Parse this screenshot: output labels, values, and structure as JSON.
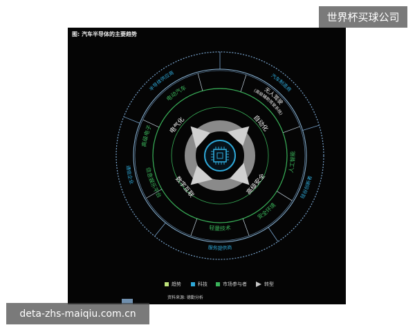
{
  "figure": {
    "title": "图: 汽车半导体的主要趋势",
    "source": "资料来源: 德勤分析"
  },
  "colors": {
    "trend": "#bde27a",
    "tech": "#2ea8d8",
    "participant": "#3ab35a",
    "arrow": "#c8c8c8",
    "ring_line": "#79a5cf"
  },
  "diagram": {
    "center_icon": "chip-icon",
    "trends": [
      "电气化",
      "自动化",
      "数字互联",
      "高级安全"
    ],
    "technologies": [
      "电动汽车",
      "无人驾驶\n(高级辅助驾驶系统)",
      "人工智能",
      "安全环境",
      "轻量技术",
      "信息娱乐平台",
      "高级电子"
    ],
    "participants": [
      "半导体供应商",
      "汽车制造商",
      "硅谷创新者",
      "服务提供商",
      "通信企业"
    ]
  },
  "legend": {
    "items": [
      {
        "label": "趋势",
        "marker": "square",
        "color": "#bde27a"
      },
      {
        "label": "科技",
        "marker": "square",
        "color": "#2ea8d8"
      },
      {
        "label": "市场参与者",
        "marker": "square",
        "color": "#3ab35a"
      },
      {
        "label": "转型",
        "marker": "triangle",
        "color": "#c8c8c8"
      }
    ]
  },
  "watermarks": {
    "top_right": "世界杯买球公司",
    "bottom_left": "deta-zhs-maiqiu.com.cn"
  }
}
